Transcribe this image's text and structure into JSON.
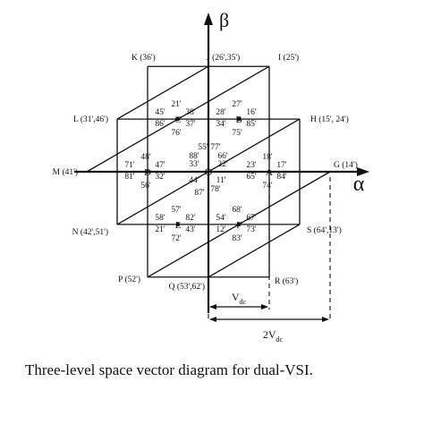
{
  "diagram": {
    "axes": {
      "alpha": "α",
      "beta": "β"
    },
    "origin_label": "O",
    "outer_vectors": {
      "G": "G (14')",
      "H": "H (15', 24')",
      "I": "I (25')",
      "J": "J (26',35')",
      "K": "K (36')",
      "L": "L (31',46')",
      "M": "M (41')",
      "N": "N (42',51')",
      "P": "P (52')",
      "Q": "Q (53',62')",
      "R": "R (63')",
      "S": "S (64',13')"
    },
    "inner_vectors": {
      "A": "A",
      "B": "B",
      "C": "C",
      "D": "D",
      "E": "E",
      "F": "F"
    },
    "inner_states": {
      "C": [
        "21'",
        "45'",
        "38'",
        "86'",
        "37'",
        "76'"
      ],
      "B": [
        "27'",
        "28'",
        "16'",
        "34'",
        "85'",
        "75'"
      ],
      "D": [
        "48'",
        "71'",
        "47'",
        "81'",
        "32'",
        "56'"
      ],
      "A": [
        "18'",
        "23'",
        "17'",
        "65'",
        "84'",
        "74'"
      ],
      "E": [
        "57'",
        "58'",
        "82'",
        "21'",
        "43'",
        "72'"
      ],
      "F": [
        "68'",
        "54'",
        "67'",
        "12'",
        "73'",
        "83'"
      ],
      "O": [
        "55'",
        "77'",
        "88'",
        "66'",
        "33'",
        "22'",
        "44'",
        "11'",
        "87'",
        "78'"
      ]
    },
    "dimensions": {
      "vdc": {
        "main": "V",
        "sub": "dc"
      },
      "two_vdc": {
        "main": "2V",
        "sub": "dc"
      }
    }
  },
  "caption": "Three-level space vector diagram for dual-VSI."
}
